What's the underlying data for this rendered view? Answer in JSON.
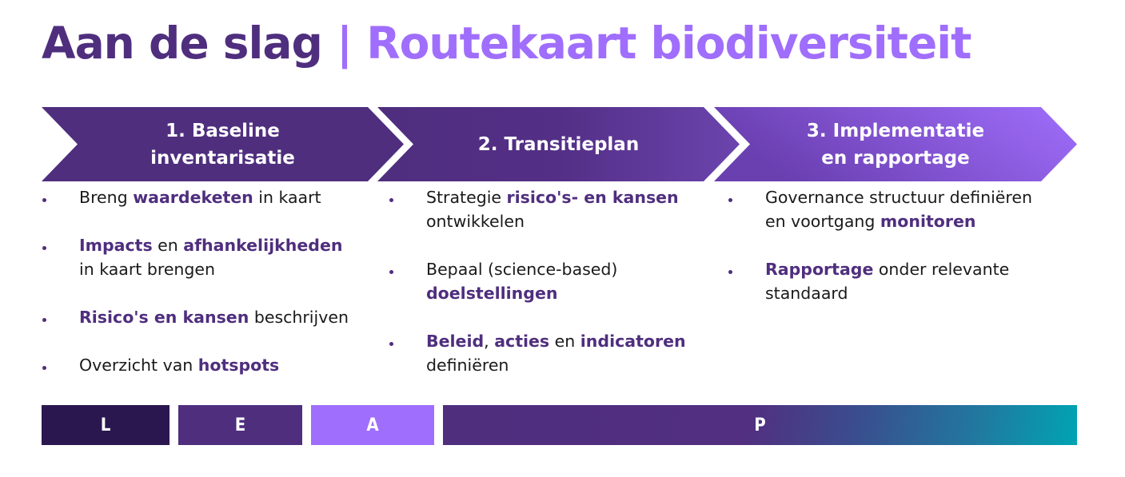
{
  "title": {
    "main": "Aan de slag",
    "separator": "|",
    "subtitle": "Routekaart biodiversiteit"
  },
  "colors": {
    "dark_purple": "#4f2e7e",
    "light_purple": "#a06efc",
    "deep_purple": "#2b174f",
    "teal": "#00a4b4"
  },
  "steps": [
    {
      "label_line1": "1. Baseline",
      "label_line2": "inventarisatie",
      "bullets": [
        [
          {
            "t": "Breng ",
            "b": false
          },
          {
            "t": "waardeketen",
            "b": true
          },
          {
            "t": " in kaart",
            "b": false
          }
        ],
        [
          {
            "t": "Impacts",
            "b": true
          },
          {
            "t": " en ",
            "b": false
          },
          {
            "t": "afhankelijkheden",
            "b": true
          },
          {
            "t": "\nin kaart brengen",
            "b": false
          }
        ],
        [
          {
            "t": "Risico's en kansen",
            "b": true
          },
          {
            "t": " beschrijven",
            "b": false
          }
        ],
        [
          {
            "t": "Overzicht van ",
            "b": false
          },
          {
            "t": "hotspots",
            "b": true
          }
        ]
      ]
    },
    {
      "label_line1": "2. Transitieplan",
      "label_line2": "",
      "bullets": [
        [
          {
            "t": "Strategie ",
            "b": false
          },
          {
            "t": "risico's- en kansen",
            "b": true
          },
          {
            "t": "\nontwikkelen",
            "b": false
          }
        ],
        [
          {
            "t": "Bepaal (science-based)\n",
            "b": false
          },
          {
            "t": "doelstellingen",
            "b": true
          }
        ],
        [
          {
            "t": "Beleid",
            "b": true
          },
          {
            "t": ", ",
            "b": false
          },
          {
            "t": "acties",
            "b": true
          },
          {
            "t": " en ",
            "b": false
          },
          {
            "t": "indicatoren",
            "b": true
          },
          {
            "t": "\ndefiniëren",
            "b": false
          }
        ]
      ]
    },
    {
      "label_line1": "3. Implementatie",
      "label_line2": "en rapportage",
      "bullets": [
        [
          {
            "t": "Governance structuur definiëren\nen voortgang ",
            "b": false
          },
          {
            "t": "monitoren",
            "b": true
          }
        ],
        [
          {
            "t": "Rapportage",
            "b": true
          },
          {
            "t": " onder relevante\nstandaard",
            "b": false
          }
        ]
      ]
    }
  ],
  "leap": [
    {
      "letter": "L",
      "color": "#2b174f"
    },
    {
      "letter": "E",
      "color": "#4f2e7e"
    },
    {
      "letter": "A",
      "color": "#a06efc"
    },
    {
      "letter": "P",
      "color": "gradient"
    }
  ]
}
